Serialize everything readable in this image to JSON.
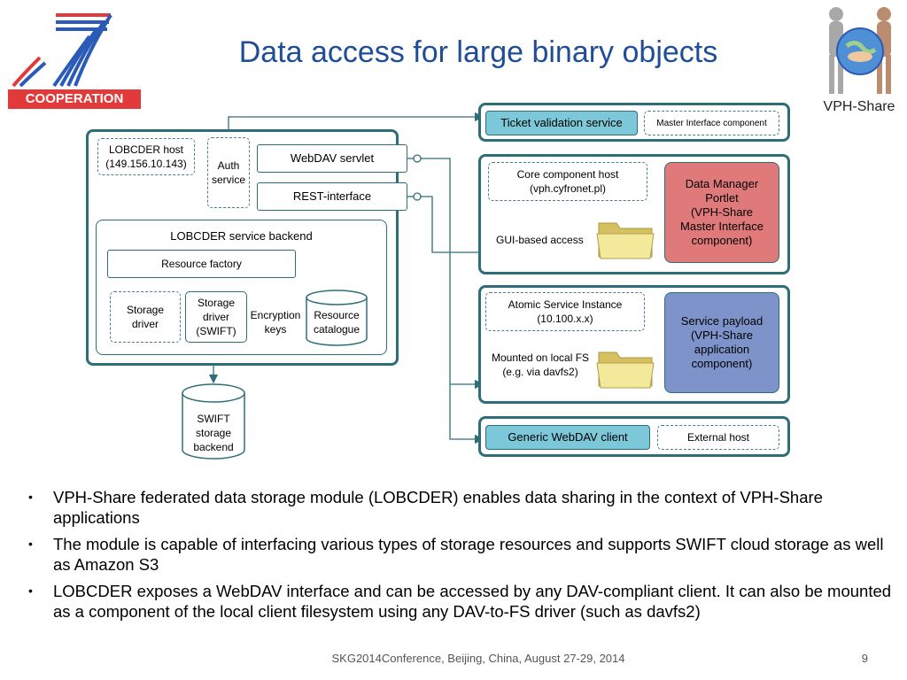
{
  "title": "Data access for large binary objects",
  "logos": {
    "left": {
      "text": "COOPERATION",
      "numeral": "7"
    },
    "right": {
      "text": "VPH-Share"
    }
  },
  "diagram": {
    "lobcder_host": "LOBCDER host\n(149.156.10.143)",
    "auth_service": "Auth\nservice",
    "webdav_servlet": "WebDAV servlet",
    "rest_interface": "REST-interface",
    "service_backend": "LOBCDER service backend",
    "resource_factory": "Resource factory",
    "storage_driver": "Storage\ndriver",
    "storage_driver_swift": "Storage\ndriver\n(SWIFT)",
    "encryption_keys": "Encryption\nkeys",
    "resource_catalogue": "Resource\ncatalogue",
    "swift_backend": "SWIFT\nstorage\nbackend",
    "ticket_validation": "Ticket validation service",
    "master_interface_component": "Master Interface component",
    "core_component_host": "Core component host\n(vph.cyfronet.pl)",
    "gui_access": "GUI-based access",
    "data_manager_portlet": "Data Manager\nPortlet\n(VPH-Share\nMaster Interface\ncomponent)",
    "atomic_service_instance": "Atomic Service Instance\n(10.100.x.x)",
    "mounted_local_fs": "Mounted on local FS\n(e.g. via davfs2)",
    "service_payload": "Service payload\n(VPH-Share\napplication\ncomponent)",
    "generic_webdav_client": "Generic WebDAV client",
    "external_host": "External host",
    "colors": {
      "frame": "#2e6e78",
      "teal": "#7cc7d8",
      "red": "#e07a7a",
      "blue": "#7d93c9",
      "title": "#1f4e96"
    }
  },
  "bullets": [
    "VPH-Share federated data storage module (LOBCDER) enables data sharing in the context of VPH-Share applications",
    "The module is capable of interfacing various types of storage resources and supports SWIFT cloud storage as well as Amazon S3",
    "LOBCDER exposes a WebDAV interface and can be accessed by any DAV-compliant client. It can also be mounted as a component of the local client filesystem using any DAV-to-FS driver (such as davfs2)"
  ],
  "footer": "SKG2014Conference, Beijing, China, August 27-29, 2014",
  "page_number": "9"
}
